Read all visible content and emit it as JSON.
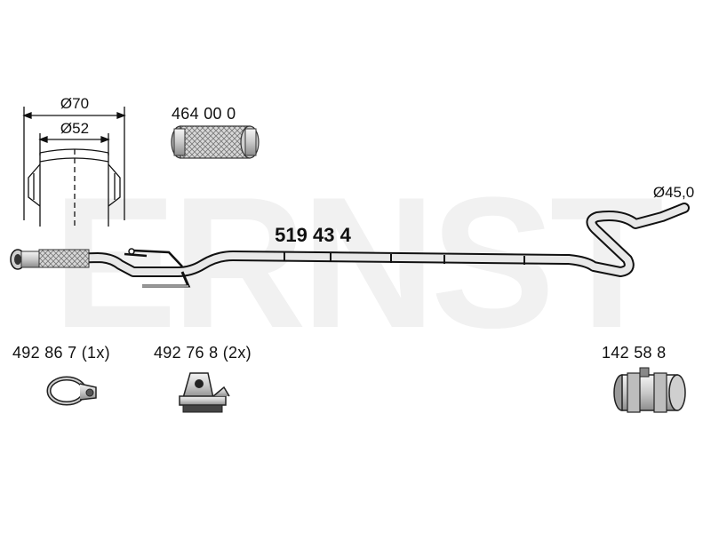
{
  "watermark": "ERNST",
  "colors": {
    "pipe_fill": "#e8e8e8",
    "pipe_outline": "#111111",
    "watermark": "#f1f1f1"
  },
  "main_part": {
    "number": "519 43 4"
  },
  "dimensions": {
    "outer": "Ø70",
    "inner": "Ø52",
    "pipe_end": "Ø45,0"
  },
  "parts": [
    {
      "number": "464 00 0",
      "icon": "flex-pipe-icon"
    },
    {
      "number": "492 86 7 (1x)",
      "icon": "pipe-clamp-icon"
    },
    {
      "number": "492 76 8 (2x)",
      "icon": "rubber-mount-icon"
    },
    {
      "number": "142 58 8",
      "icon": "sleeve-connector-icon"
    }
  ]
}
